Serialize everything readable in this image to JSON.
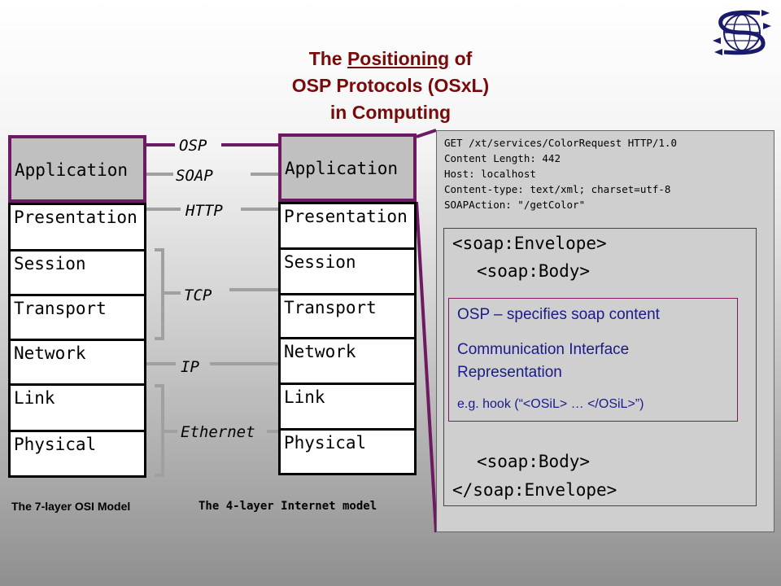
{
  "title": {
    "line1_pre": "The ",
    "line1_underlined": "Positioning",
    "line1_post": " of",
    "line2": "OSP Protocols (OSxL)",
    "line3": "in Computing"
  },
  "osi_model": {
    "layers": [
      "Application",
      "Presentation",
      "Session",
      "Transport",
      "Network",
      "Link",
      "Physical"
    ],
    "caption": "The 7-layer OSI Model"
  },
  "internet_model": {
    "layers": [
      "Application",
      "Presentation",
      "Session",
      "Transport",
      "Network",
      "Link",
      "Physical"
    ],
    "caption": "The 4-layer Internet model"
  },
  "protocols": [
    "OSP",
    "SOAP",
    "HTTP",
    "TCP",
    "IP",
    "Ethernet"
  ],
  "http_request": {
    "headers": [
      "GET /xt/services/ColorRequest HTTP/1.0",
      "Content Length: 442",
      "Host: localhost",
      "Content-type: text/xml; charset=utf-8",
      "SOAPAction: \"/getColor\""
    ],
    "envelope_open": "<soap:Envelope>",
    "body_open": "<soap:Body>",
    "body_close": "<soap:Body>",
    "envelope_close": "</soap:Envelope>"
  },
  "osp_content": {
    "line1": "OSP – specifies soap content",
    "line2": "Communication Interface",
    "line3": "Representation",
    "line4": "e.g. hook (“<OSiL> … </OSiL>”)"
  },
  "colors": {
    "title": "#7a0a0a",
    "connector": "#6e1a62",
    "bracket": "#a0a0a0",
    "osp_text": "#1a1a8a"
  }
}
